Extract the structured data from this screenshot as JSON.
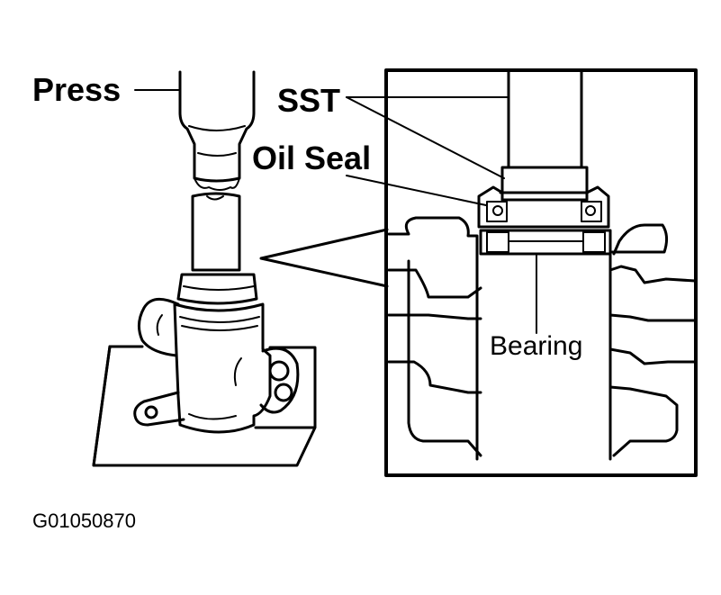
{
  "labels": {
    "press": "Press",
    "sst": "SST",
    "oil_seal": "Oil Seal",
    "bearing": "Bearing"
  },
  "figure_id": "G01050870",
  "colors": {
    "ink": "#000000",
    "paper": "#ffffff"
  }
}
